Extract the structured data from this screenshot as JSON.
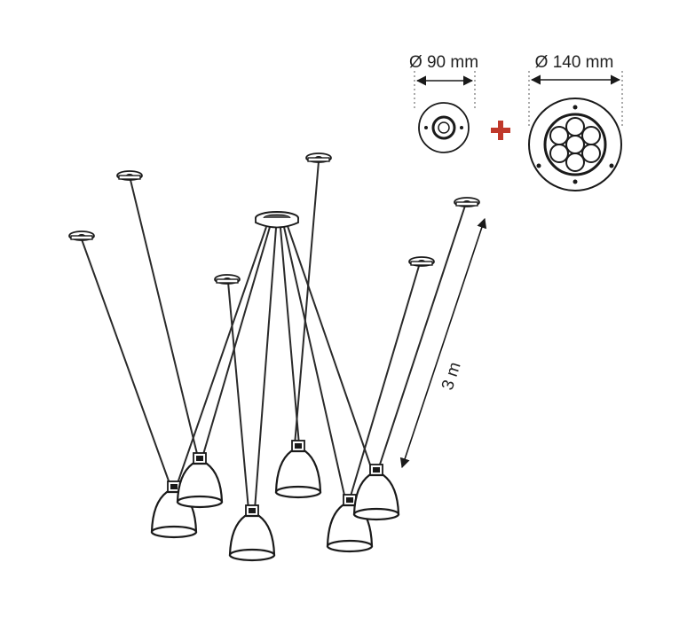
{
  "small_canopy": {
    "diameter_label": "Ø 90 mm"
  },
  "large_canopy": {
    "diameter_label": "Ø 140 mm"
  },
  "plus_symbol": {
    "color": "#c0392b"
  },
  "cable_length": {
    "label": "3 m"
  },
  "lamp_count": 6
}
